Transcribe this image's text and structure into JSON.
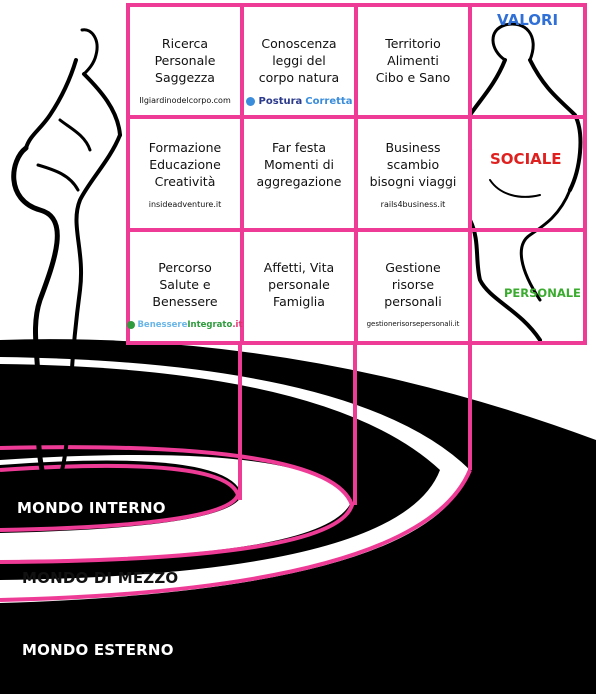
{
  "grid": {
    "rows": [
      [
        {
          "title": "Ricerca\nPersonale\nSaggezza",
          "link": "Ilgiardinodelcorpo.com"
        },
        {
          "title": "Conoscenza\nleggi del\ncorpo natura",
          "logo_a": "Postura",
          "logo_b": "Corretta"
        },
        {
          "title": "Territorio\nAlimenti\nCibo e Sano"
        }
      ],
      [
        {
          "title": "Formazione\nEducazione\nCreatività",
          "link": "insideadventure.it"
        },
        {
          "title": "Far festa\nMomenti di\naggregazione"
        },
        {
          "title": "Business\nscambio\nbisogni viaggi",
          "link": "rails4business.it"
        }
      ],
      [
        {
          "title": "Percorso\nSalute e\nBenessere",
          "logo_a": "Benessere",
          "logo_b": "Integrato",
          "logo_c": ".it"
        },
        {
          "title": "Affetti, Vita\npersonale\nFamiglia"
        },
        {
          "title": "Gestione\nrisorse\npersonali",
          "link": "gestionerisorsepersonali.it"
        }
      ]
    ],
    "column_labels": [
      {
        "text": "VALORI",
        "color": "#2f6fd6"
      },
      {
        "text": "SOCIALE",
        "color": "#e0201e"
      },
      {
        "text": "PERSONALE",
        "color": "#3aab2e"
      }
    ]
  },
  "worlds": {
    "inner": "MONDO INTERNO",
    "middle": "MONDO DI MEZZO",
    "outer": "MONDO ESTERNO"
  },
  "colors": {
    "grid_line": "#ee3c96",
    "ring_dark": "#000000",
    "ring_light": "#ffffff"
  }
}
